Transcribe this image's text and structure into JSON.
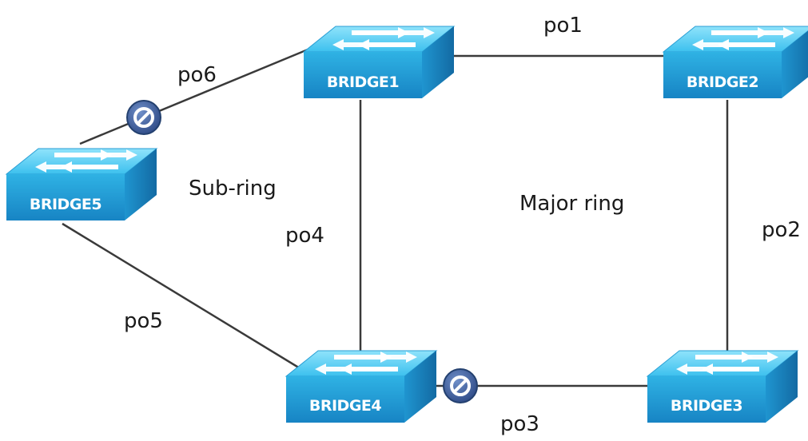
{
  "nodes": {
    "bridge1": {
      "label": "BRIDGE1"
    },
    "bridge2": {
      "label": "BRIDGE2"
    },
    "bridge3": {
      "label": "BRIDGE3"
    },
    "bridge4": {
      "label": "BRIDGE4"
    },
    "bridge5": {
      "label": "BRIDGE5"
    }
  },
  "links": {
    "po1": {
      "label": "po1",
      "from": "BRIDGE1",
      "to": "BRIDGE2"
    },
    "po2": {
      "label": "po2",
      "from": "BRIDGE2",
      "to": "BRIDGE3"
    },
    "po3": {
      "label": "po3",
      "from": "BRIDGE4",
      "to": "BRIDGE3",
      "blocked": true
    },
    "po4": {
      "label": "po4",
      "from": "BRIDGE1",
      "to": "BRIDGE4"
    },
    "po5": {
      "label": "po5",
      "from": "BRIDGE5",
      "to": "BRIDGE4"
    },
    "po6": {
      "label": "po6",
      "from": "BRIDGE5",
      "to": "BRIDGE1",
      "blocked": true
    }
  },
  "regions": {
    "major_ring": {
      "label": "Major ring"
    },
    "sub_ring": {
      "label": "Sub-ring"
    }
  },
  "colors": {
    "switch_top": "#5fd3f5",
    "switch_side": "#29a9dc",
    "switch_shade": "#1b86c0",
    "link": "#3a3a3a",
    "blocker": "#3f5e9a",
    "text": "#1a1a1a"
  },
  "icons": {
    "switch": "network-switch-icon",
    "blocked_port": "blocked-port-icon"
  }
}
